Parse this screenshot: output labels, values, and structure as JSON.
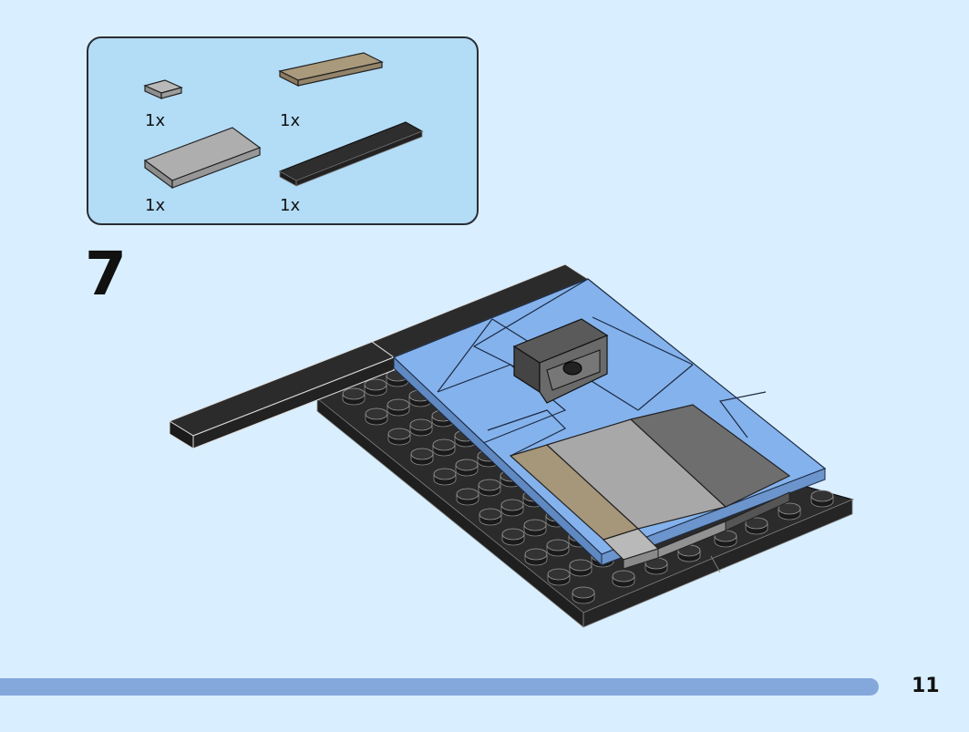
{
  "parts": [
    {
      "name": "light-gray-tile-1x1",
      "qty": "1x"
    },
    {
      "name": "tan-tile-1x4",
      "qty": "1x"
    },
    {
      "name": "light-gray-tile-2x4",
      "qty": "1x"
    },
    {
      "name": "black-tile-1x6",
      "qty": "1x"
    }
  ],
  "step": {
    "number": "7"
  },
  "page": {
    "number": "11"
  },
  "colors": {
    "page_bg": "#d9efff",
    "parts_box_bg": "#b3dcf6",
    "progress_bar": "#84a8dc",
    "blue_tile": "#84b2ec",
    "black_brick": "#2b2b2b",
    "light_gray": "#a8a8a8",
    "dark_gray": "#6e6e6e",
    "tan": "#a6967a"
  }
}
